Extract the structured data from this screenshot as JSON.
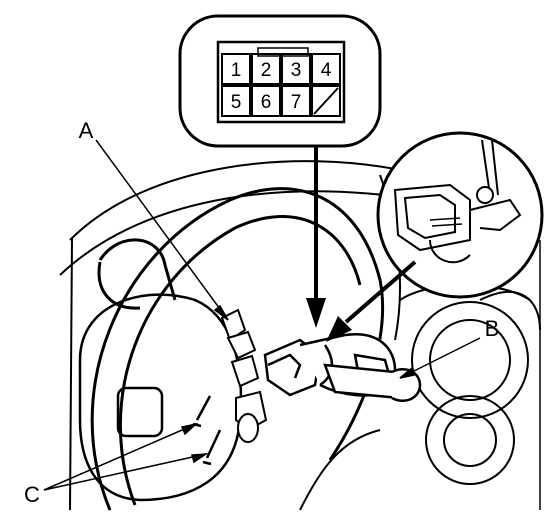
{
  "connector": {
    "pins": [
      "1",
      "2",
      "3",
      "4",
      "5",
      "6",
      "7"
    ]
  },
  "callouts": {
    "a": "A",
    "b": "B",
    "c": "C"
  },
  "colors": {
    "line": "#000000",
    "background": "#ffffff"
  }
}
